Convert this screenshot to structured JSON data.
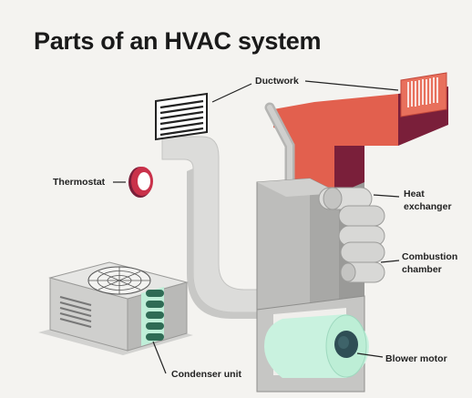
{
  "title": "Parts of an HVAC system",
  "labels": {
    "ductwork": "Ductwork",
    "thermostat": "Thermostat",
    "heat_exchanger_line1": "Heat",
    "heat_exchanger_line2": "exchanger",
    "combustion_chamber_line1": "Combustion",
    "combustion_chamber_line2": "chamber",
    "blower_motor": "Blower motor",
    "condenser_unit": "Condenser unit"
  },
  "colors": {
    "background": "#f4f3f0",
    "supply_duct": "#e2604e",
    "supply_duct_shadow": "#7a1f3a",
    "return_duct": "#d8d8d6",
    "furnace_body": "#bfbfbd",
    "blower": "#c9f2df",
    "thermostat_ring": "#c9314a",
    "text": "#222222"
  },
  "icons": [
    "thermostat-icon",
    "vent-grille-icon",
    "fan-grille-icon"
  ]
}
